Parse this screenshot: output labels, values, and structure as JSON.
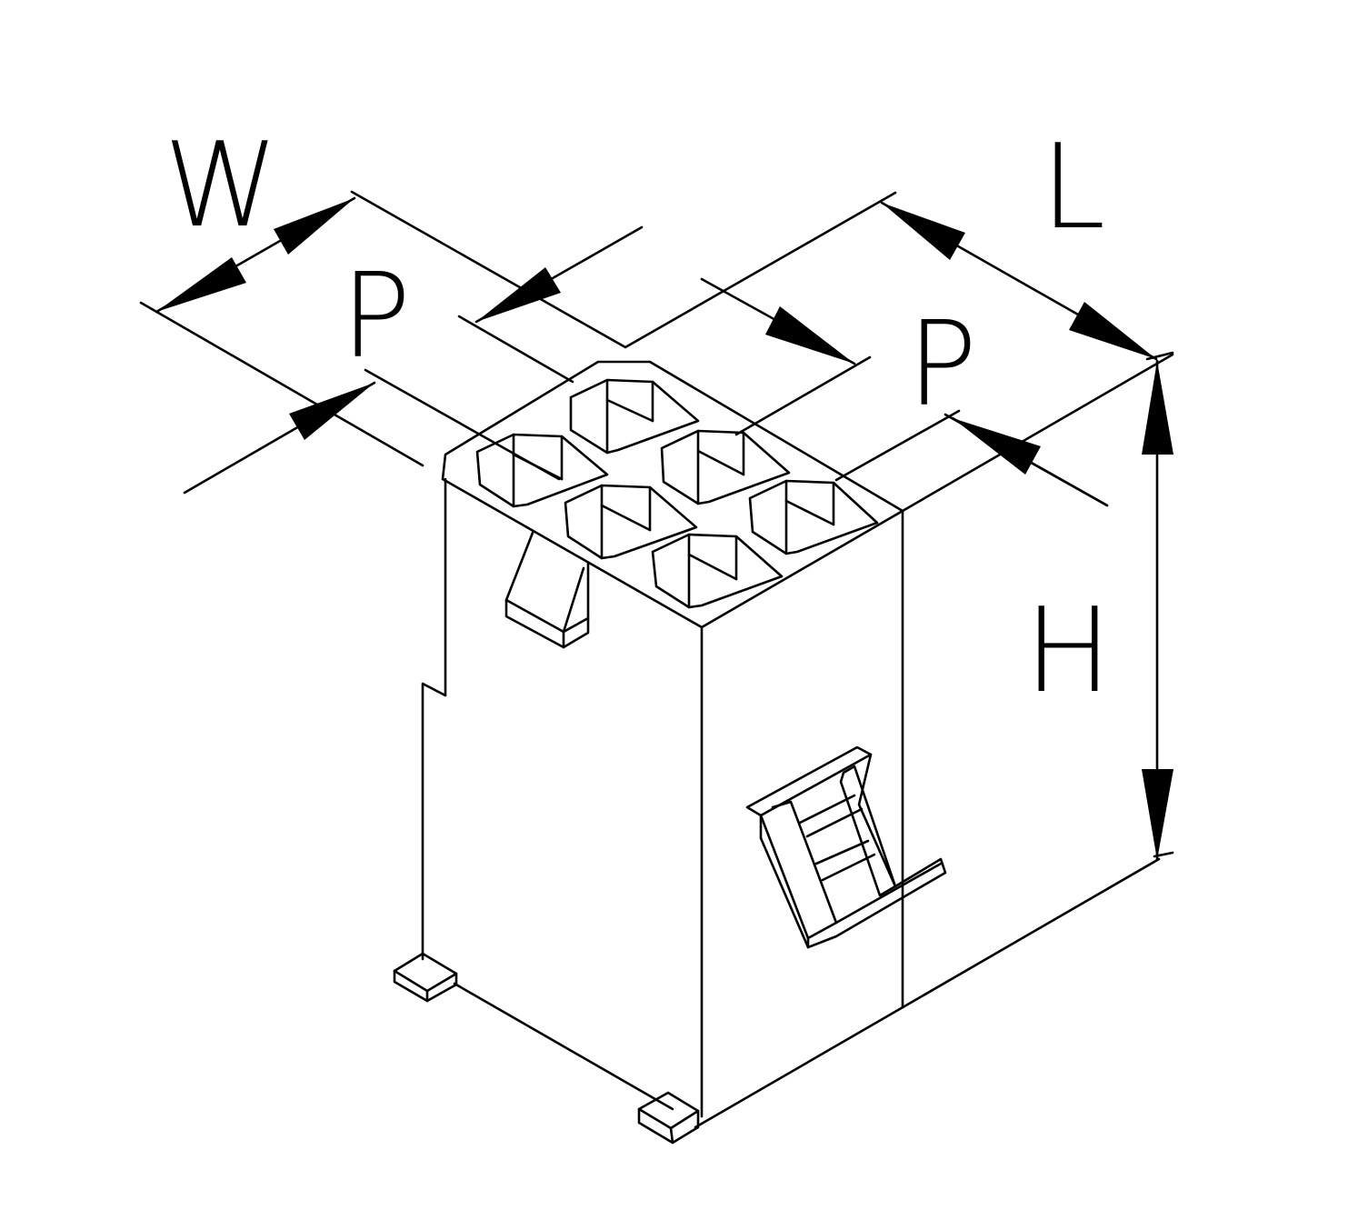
{
  "diagram": {
    "colors": {
      "line": "#000000",
      "background": "#ffffff"
    },
    "dimension_labels": {
      "width": "W",
      "length": "L",
      "height": "H",
      "pitch_left": "P",
      "pitch_right": "P"
    }
  }
}
